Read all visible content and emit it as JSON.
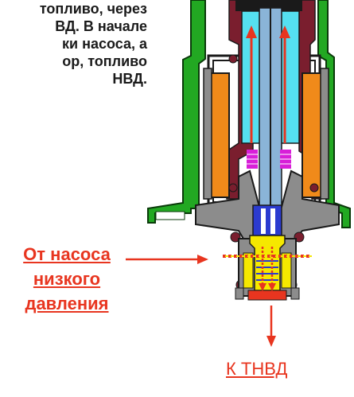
{
  "description_lines": [
    "топливо, через",
    "ВД. В начале",
    "ки насоса, а",
    "ор, топливо",
    "НВД."
  ],
  "label_from_pump": [
    "От насоса",
    "низкого",
    "давления"
  ],
  "label_to_hp_pump": "К ТНВД",
  "colors": {
    "housing_green": "#22a822",
    "coil_orange": "#f08a1a",
    "body_gray": "#8c8c8c",
    "fuel_yellow": "#f5e800",
    "flow_red": "#e8351f",
    "core_cyan": "#55e0f0",
    "piston_blue": "#2b3bd0"
  }
}
